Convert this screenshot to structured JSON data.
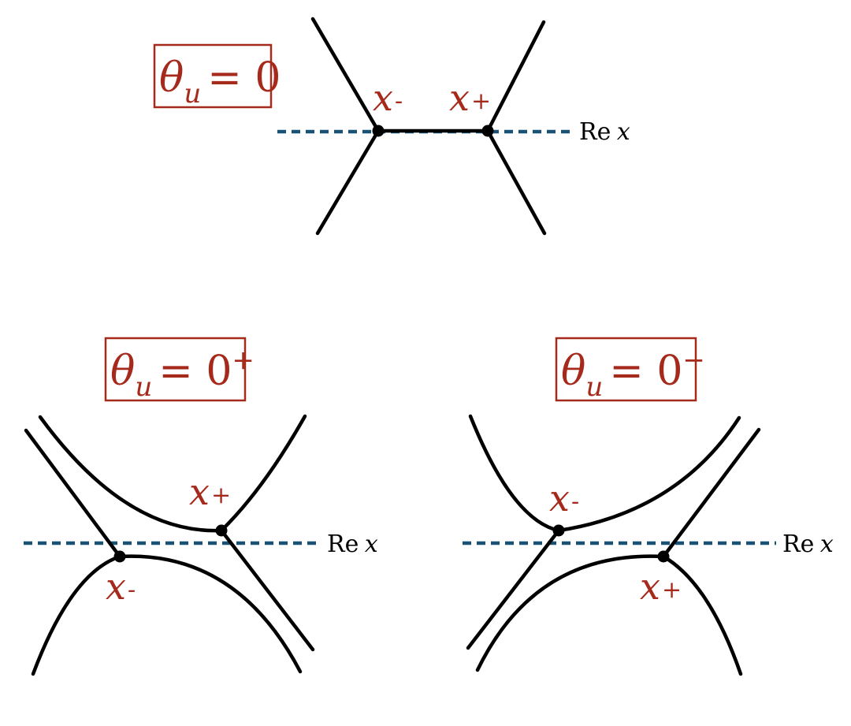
{
  "colors": {
    "accent": "#a52a1c",
    "axis": "#1a5276",
    "curve": "#000000"
  },
  "panels": {
    "top": {
      "label": {
        "theta": "θ",
        "sub": "u",
        "eq": "= 0",
        "sup": ""
      },
      "point_minus": {
        "x": "x",
        "sub": "-"
      },
      "point_plus": {
        "x": "x",
        "sub": "+"
      },
      "axis_label": {
        "re": "Re",
        "x": "x"
      }
    },
    "left": {
      "label": {
        "theta": "θ",
        "sub": "u",
        "eq": "= 0",
        "sup": "+"
      },
      "point_minus": {
        "x": "x",
        "sub": "-"
      },
      "point_plus": {
        "x": "x",
        "sub": "+"
      },
      "axis_label": {
        "re": "Re",
        "x": "x"
      }
    },
    "right": {
      "label": {
        "theta": "θ",
        "sub": "u",
        "eq": "= 0",
        "sup": "−"
      },
      "point_minus": {
        "x": "x",
        "sub": "-"
      },
      "point_plus": {
        "x": "x",
        "sub": "+"
      },
      "axis_label": {
        "re": "Re",
        "x": "x"
      }
    }
  }
}
